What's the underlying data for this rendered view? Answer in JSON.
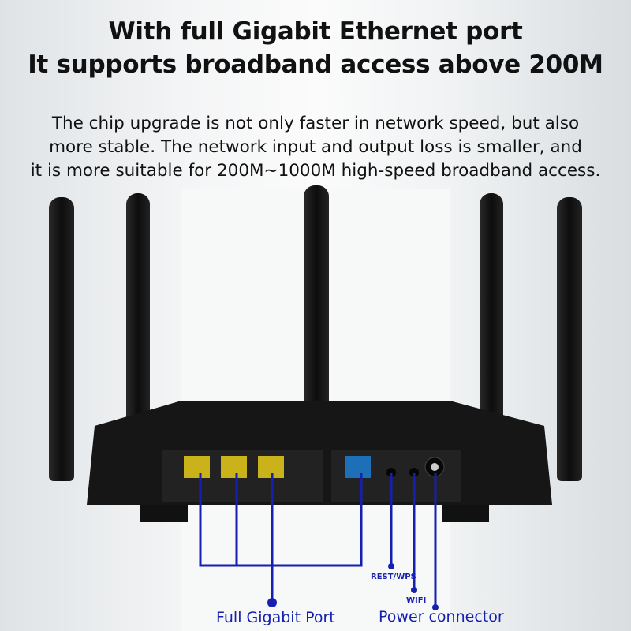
{
  "headline": {
    "line1": "With full Gigabit Ethernet port",
    "line2": "It supports broadband access above 200M"
  },
  "description": {
    "line1": "The chip upgrade is not only faster in network speed, but also",
    "line2": "more stable. The network input and output loss is smaller, and",
    "line3": "it is more suitable for 200M~1000M high-speed broadband access."
  },
  "callouts": {
    "lan": "Full Gigabit Port",
    "reset": "REST/WPS",
    "wifi": "WIFI",
    "power": "Power connector"
  },
  "colors": {
    "callout": "#1520b0",
    "lan_port": "#c9b21a",
    "wan_port": "#1d6fb8",
    "router": "#141414"
  }
}
